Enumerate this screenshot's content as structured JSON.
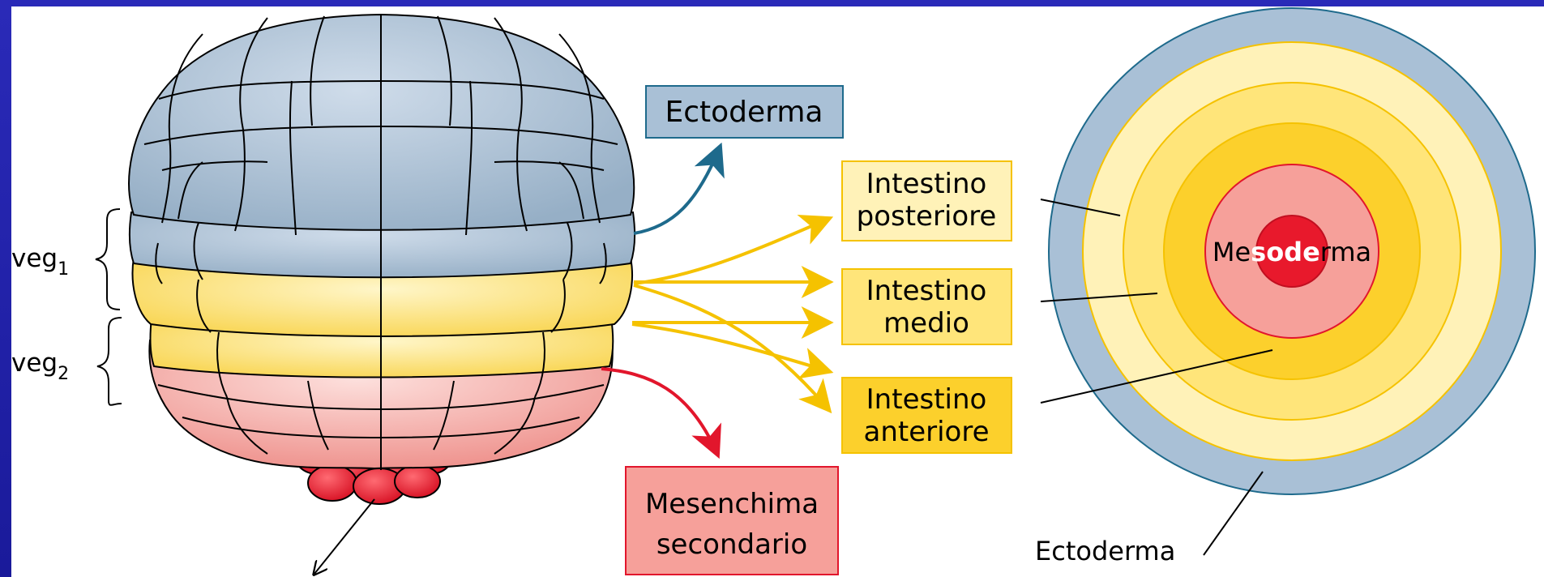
{
  "labels": {
    "veg1_main": "veg",
    "veg1_sub": "1",
    "veg2_main": "veg",
    "veg2_sub": "2",
    "ectoderm_box": "Ectoderma",
    "hindgut_line1": "Intestino",
    "hindgut_line2": "posteriore",
    "midgut_line1": "Intestino",
    "midgut_line2": "medio",
    "foregut_line1": "Intestino",
    "foregut_line2": "anteriore",
    "mesenchyme_line1": "Mesenchima",
    "mesenchyme_line2": "secondario",
    "mesoderm_part1": "Me",
    "mesoderm_part2": "sode",
    "mesoderm_part3": "rma",
    "ectoderm_bottom": "Ectoderma"
  },
  "colors": {
    "background_blue": "#1f1fa8",
    "ectoderm_blue": "#a9c0d6",
    "ectoderm_dark": "#9bb3c8",
    "yellow_light": "#fff2b8",
    "yellow_mid": "#ffe57a",
    "yellow_dark": "#fcd02c",
    "pink": "#f6a09a",
    "red": "#e8192c",
    "arrow_blue": "#1e6a8c",
    "arrow_yellow": "#f5c200",
    "arrow_red": "#e2162c"
  }
}
